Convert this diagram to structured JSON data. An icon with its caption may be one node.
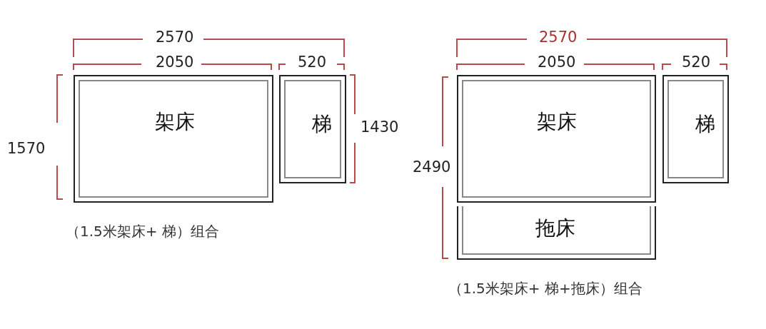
{
  "diagram": {
    "nodes": [
      {
        "text": [
          "架床"
        ]
      },
      {
        "text": [
          "梯"
        ]
      },
      {
        "text": [
          "架床"
        ]
      },
      {
        "text": [
          "梯"
        ]
      },
      {
        "text": [
          "拖床"
        ]
      }
    ],
    "edges": [],
    "labels": [
      "2570",
      "2050",
      "520",
      "1570",
      "1430",
      "（1.5米架床+ 梯）组合",
      "2570",
      "2050",
      "520",
      "2490",
      "（1.5米架床+ 梯+拖床）组合"
    ]
  }
}
